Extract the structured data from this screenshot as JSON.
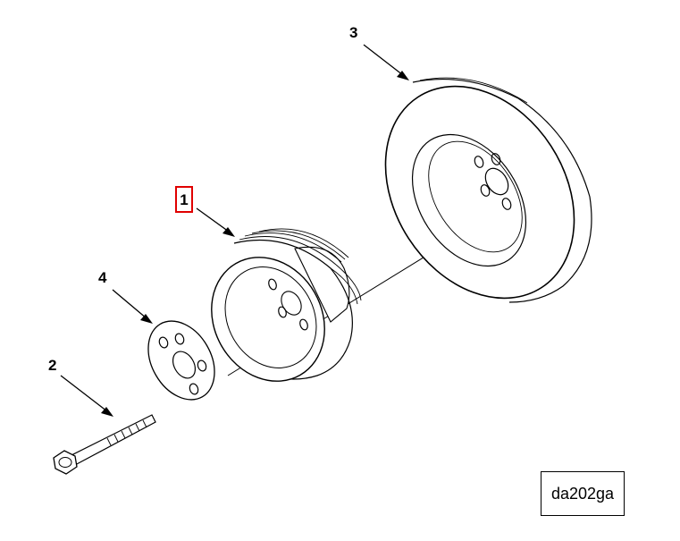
{
  "callouts": {
    "pulley": "1",
    "bolt": "2",
    "damper": "3",
    "spacer": "4"
  },
  "figure_id": "da202ga"
}
